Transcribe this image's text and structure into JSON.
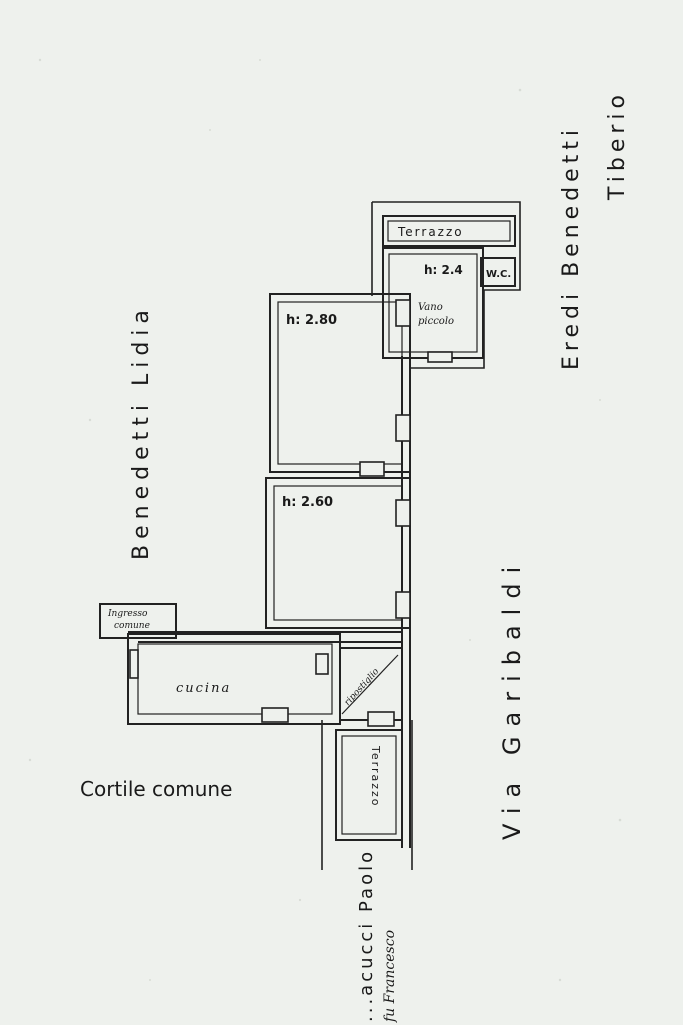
{
  "labels": {
    "neighbor_north": "Benedetti Lidia",
    "neighbor_east_1": "Eredi Benedetti",
    "neighbor_east_2": "Tiberio",
    "street": "Via Garibaldi",
    "courtyard": "Cortile comune",
    "neighbor_south_1": "...acucci Paolo",
    "neighbor_south_2": "fu Francesco"
  },
  "rooms": {
    "terrace_top": "Terrazzo",
    "height_small": "h: 2.4",
    "bathroom": "W.C.",
    "vano_line1": "Vano",
    "vano_line2": "piccolo",
    "room1_height": "h: 2.80",
    "room2_height": "h: 2.60",
    "entrance_line1": "Ingresso",
    "entrance_line2": "comune",
    "kitchen": "cucina",
    "storage": "ripostiglio",
    "terrace_bottom": "Terrazzo"
  }
}
